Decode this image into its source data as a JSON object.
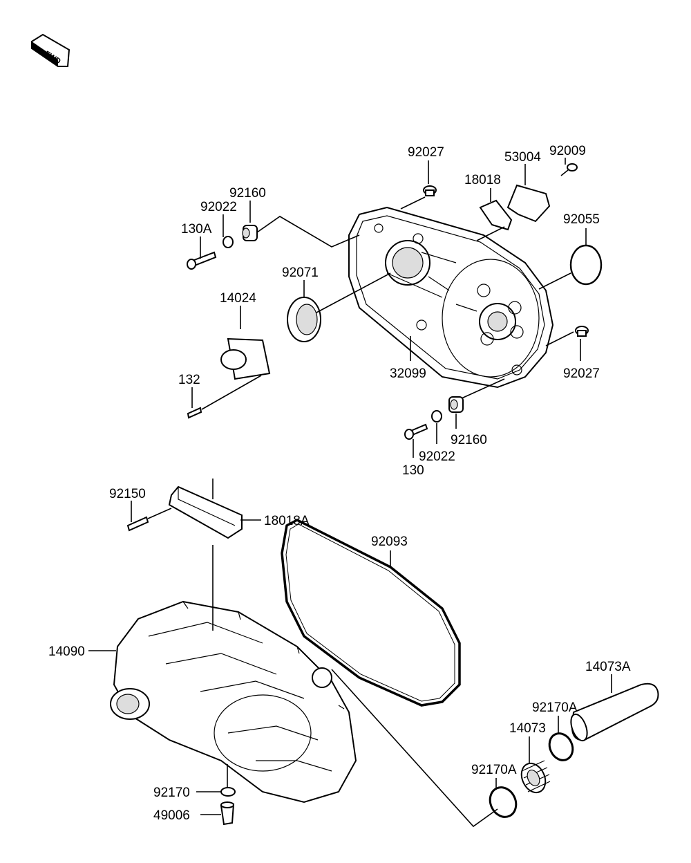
{
  "fwd_arrow": {
    "text": "FWD"
  },
  "labels": {
    "p92027_top": "92027",
    "p53004": "53004",
    "p92009": "92009",
    "p18018": "18018",
    "p92160_top": "92160",
    "p92022_top": "92022",
    "p130A": "130A",
    "p92055": "92055",
    "p92071": "92071",
    "p14024": "14024",
    "p92027_right": "92027",
    "p32099": "32099",
    "p132": "132",
    "p92160_bot": "92160",
    "p92022_bot": "92022",
    "p130": "130",
    "p92150": "92150",
    "p18018A": "18018A",
    "p92093": "92093",
    "p14090": "14090",
    "p14073A": "14073A",
    "p92170A_right": "92170A",
    "p14073": "14073",
    "p92170A_left": "92170A",
    "p92170": "92170",
    "p49006": "49006"
  }
}
